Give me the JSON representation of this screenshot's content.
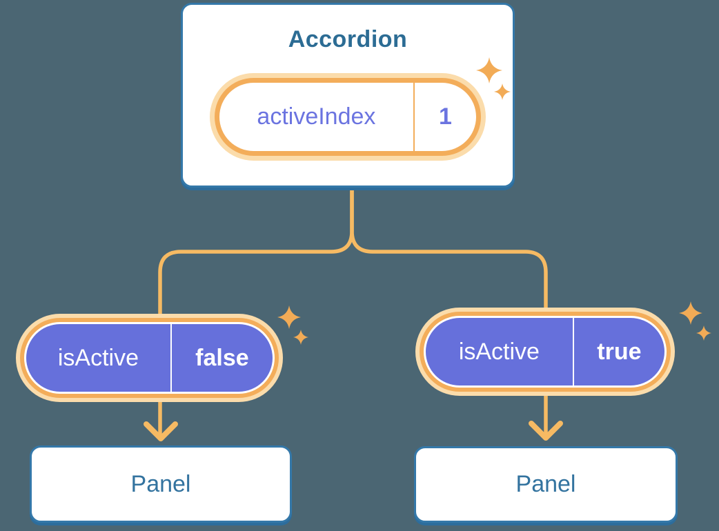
{
  "colors": {
    "background": "#4b6673",
    "card_border": "#3478a9",
    "card_shadow": "#2d6d9c",
    "heading_text": "#2c6c94",
    "panel_text": "#33739f",
    "connector": "#f6ba63",
    "ring_orange": "#f3ad5a",
    "ring_glow": "#fbdcab",
    "pill_purple": "#6670db",
    "purple_text": "#6b74e0",
    "sparkle": "#f2ab56"
  },
  "root_component": {
    "title": "Accordion",
    "state_pill": {
      "name": "activeIndex",
      "value": "1"
    }
  },
  "children": [
    {
      "prop_pill": {
        "name": "isActive",
        "value": "false"
      },
      "panel_label": "Panel"
    },
    {
      "prop_pill": {
        "name": "isActive",
        "value": "true"
      },
      "panel_label": "Panel"
    }
  ]
}
